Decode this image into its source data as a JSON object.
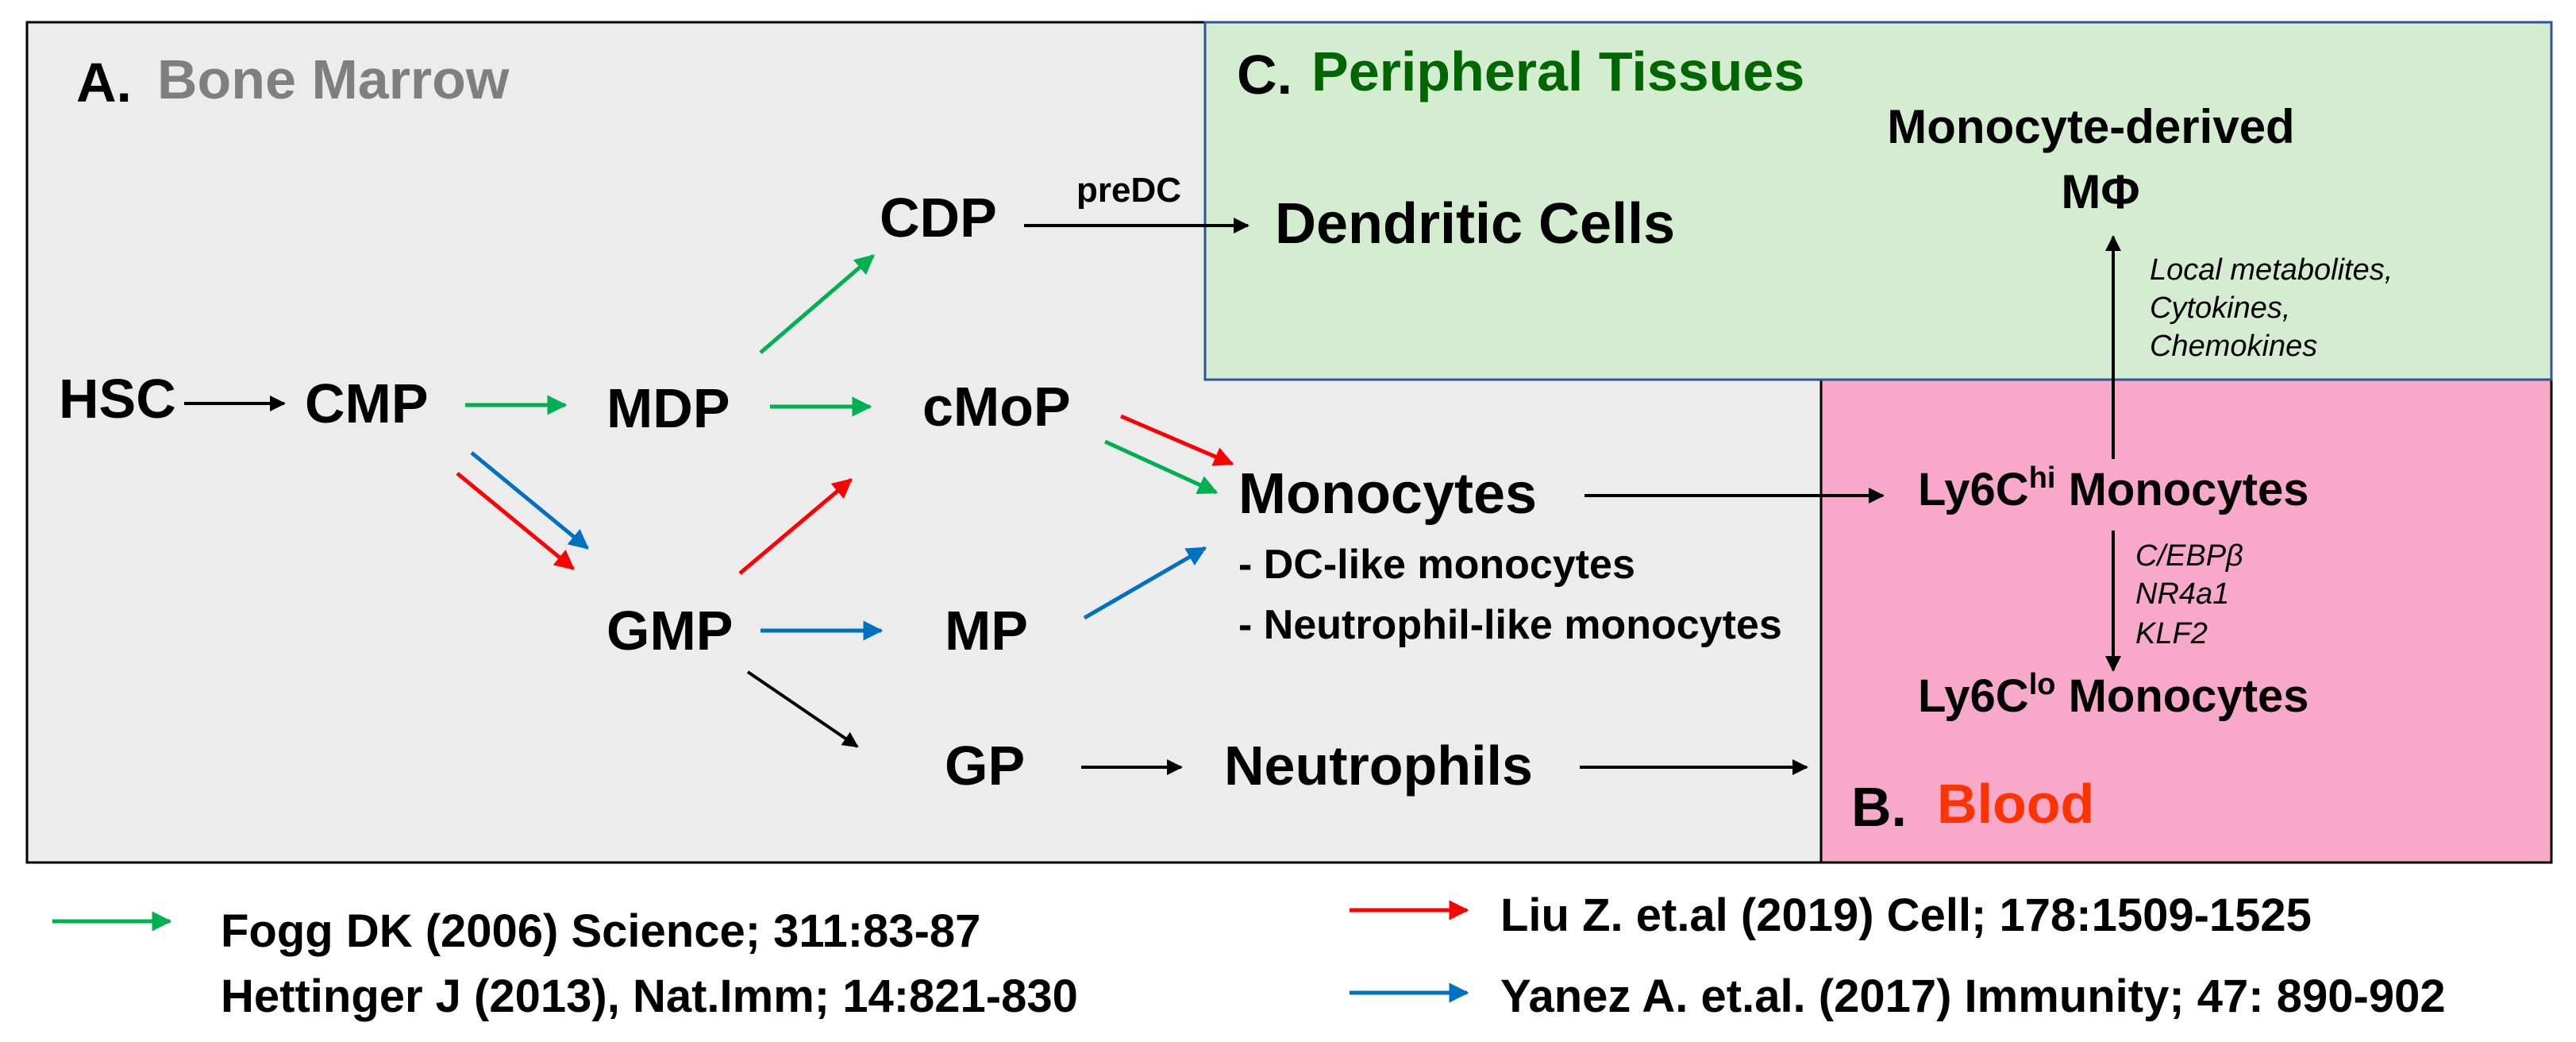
{
  "regions": {
    "bone_marrow": {
      "letter": "A.",
      "title": "Bone Marrow"
    },
    "peripheral": {
      "letter": "C.",
      "title": "Peripheral Tissues"
    },
    "blood": {
      "letter": "B.",
      "title": "Blood"
    }
  },
  "nodes": {
    "hsc": "HSC",
    "cmp": "CMP",
    "mdp": "MDP",
    "gmp": "GMP",
    "cdp": "CDP",
    "cmop": "cMoP",
    "mp": "MP",
    "gp": "GP",
    "monocytes": "Monocytes",
    "dc_like": "- DC-like monocytes",
    "neut_like": "- Neutrophil-like monocytes",
    "neutrophils": "Neutrophils",
    "dendritic": "Dendritic Cells",
    "mo_macro_line1": "Monocyte-derived",
    "mo_macro_line2": "MΦ",
    "ly6c_hi_base": "Ly6C",
    "ly6c_hi_sup": "hi",
    "ly6c_hi_rest": " Monocytes",
    "ly6c_lo_base": "Ly6C",
    "ly6c_lo_sup": "lo",
    "ly6c_lo_rest": " Monocytes"
  },
  "edge_labels": {
    "predc": "preDC",
    "local_metabolites": "Local metabolites,",
    "cytokines": "Cytokines,",
    "chemokines": "Chemokines",
    "cebpb": "C/EBPβ",
    "nr4a1": "NR4a1",
    "klf2": "KLF2"
  },
  "legend": {
    "green_line1": "Fogg DK (2006) Science; 311:83-87",
    "green_line2": "Hettinger J (2013), Nat.Imm; 14:821-830",
    "red": "Liu Z. et.al (2019) Cell; 178:1509-1525",
    "blue": "Yanez A. et.al. (2017) Immunity; 47: 890-902"
  },
  "colors": {
    "green": "#00b050",
    "red": "#ff0000",
    "blue": "#0070c0",
    "black": "#000000",
    "bone_marrow_bg": "#ececec",
    "peripheral_bg": "#d4ecd0",
    "blood_bg": "#f8a8c8",
    "bone_marrow_title": "#7f7f7f",
    "peripheral_title": "#006600",
    "blood_title": "#ff3300"
  }
}
